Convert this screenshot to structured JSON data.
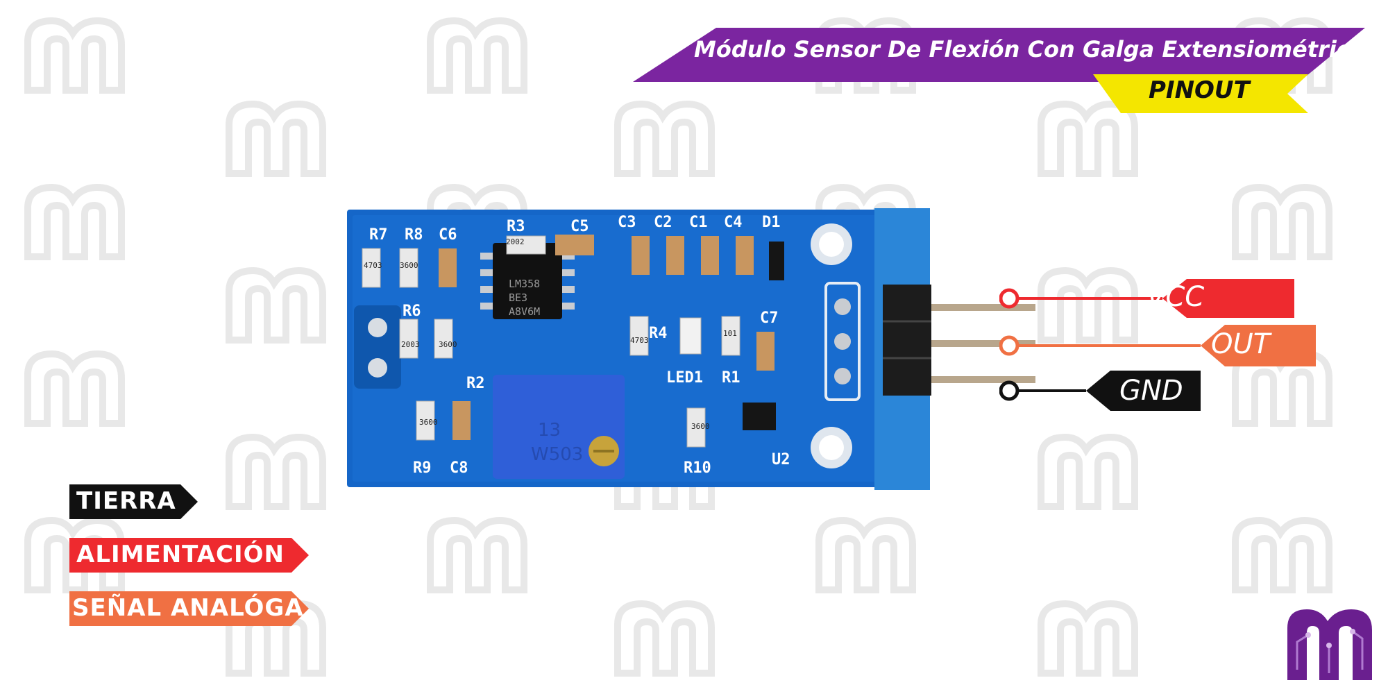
{
  "title": "Módulo Sensor De Flexión Con Galga Extensiométrica",
  "subtitle": "PINOUT",
  "colors": {
    "title_banner": "#7b25a0",
    "subtitle_banner": "#f4e600",
    "board": "#1566c8",
    "board_edge": "#2b7fd9",
    "vcc": "#ee2a2f",
    "out": "#f07043",
    "gnd": "#111111",
    "watermark": "#e8e8e8",
    "logo": "#6a1f8f"
  },
  "board": {
    "silkscreen": [
      "R7",
      "R8",
      "C6",
      "R3",
      "C5",
      "C3",
      "C2",
      "C1",
      "C4",
      "D1",
      "R6",
      "R2",
      "R4",
      "C7",
      "LED1",
      "R1",
      "R9",
      "C8",
      "R10",
      "U2"
    ],
    "chip_marking": [
      "LM358",
      "BE3",
      "A8V6M"
    ],
    "resistor_codes": [
      "4703",
      "3600",
      "2002",
      "2003",
      "3600",
      "4703",
      "101",
      "3600",
      "3600"
    ],
    "potentiometer_marking": "W503",
    "potentiometer_code": "13"
  },
  "pins": [
    {
      "label": "VCC",
      "function": "ALIMENTACIÓN",
      "color": "#ee2a2f"
    },
    {
      "label": "OUT",
      "function": "SEÑAL ANALÓGA",
      "color": "#f07043"
    },
    {
      "label": "GND",
      "function": "TIERRA",
      "color": "#111111"
    }
  ],
  "legend": [
    {
      "label": "TIERRA",
      "color": "#111111"
    },
    {
      "label": "ALIMENTACIÓN",
      "color": "#ee2a2f"
    },
    {
      "label": "SEÑAL ANALÓGA",
      "color": "#f07043"
    }
  ],
  "watermark_icon": "m-logo-watermark",
  "brand_icon": "m-circuit-logo"
}
